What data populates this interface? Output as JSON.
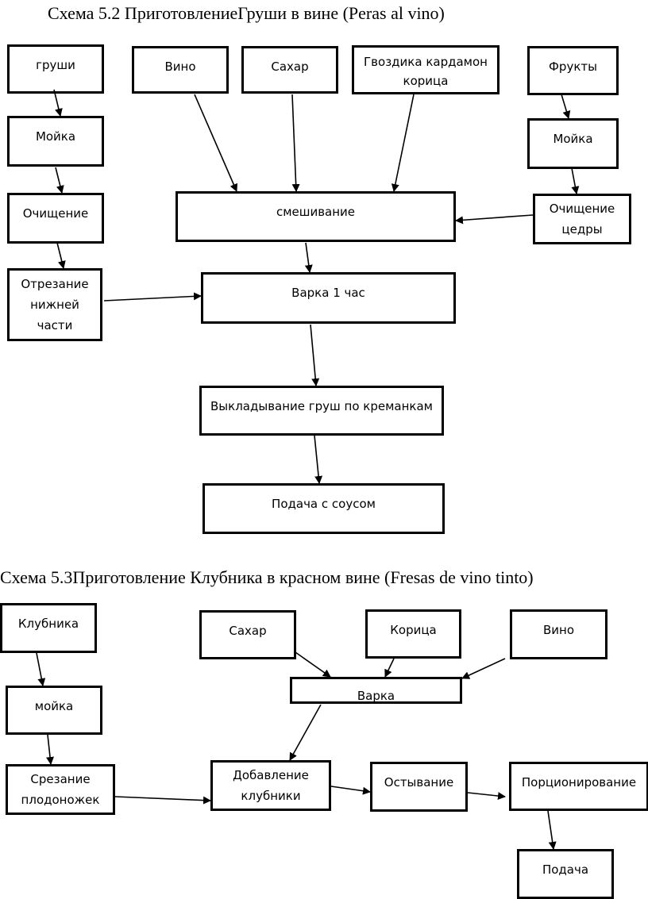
{
  "scheme1": {
    "title": "Схема 5.2 ПриготовлениеГруши в вине (Peras al vino)",
    "boxes": {
      "pears": "груши",
      "wash": "Мойка",
      "peel": "Очищение",
      "cut": "Отрезание\nнижней\nчасти",
      "wine": "Вино",
      "sugar": "Сахар",
      "spices": "Гвоздика кардамон\nкорица",
      "fruits": "Фрукты",
      "fruits_wash": "Мойка",
      "zest": "Очищение\nцедры",
      "mix": "смешивание",
      "boil": "Варка  1 час",
      "lay": "Выкладывание груш по креманкам",
      "serve": "Подача с соусом"
    }
  },
  "scheme2": {
    "title": "Схема 5.3Приготовление  Клубника в красном вине (Fresas de vino tinto)",
    "boxes": {
      "strawberry": "Клубника",
      "wash": "мойка",
      "stems": "Срезание\nплодоножек",
      "sugar": "Сахар",
      "cinnamon": "Корица",
      "wine": "Вино",
      "boil": "Варка",
      "add": "Добавление\nклубники",
      "cool": "Остывание",
      "portion": "Порционирование",
      "serve": "Подача"
    }
  }
}
